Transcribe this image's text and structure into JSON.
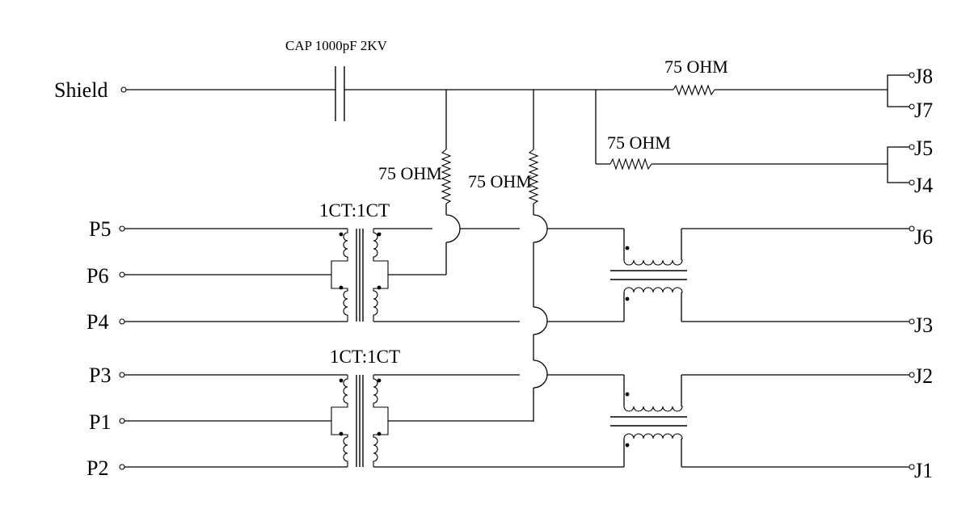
{
  "capacitor": {
    "label": "CAP 1000pF 2KV"
  },
  "resistors": [
    {
      "id": "r-top",
      "label": "75 OHM"
    },
    {
      "id": "r-mid",
      "label": "75 OHM"
    },
    {
      "id": "r-left",
      "label": "75 OHM"
    },
    {
      "id": "r-center",
      "label": "75 OHM"
    }
  ],
  "transformers": [
    {
      "id": "t-upper",
      "ratio": "1CT:1CT"
    },
    {
      "id": "t-lower",
      "ratio": "1CT:1CT"
    }
  ],
  "terminals_left": {
    "shield": "Shield",
    "p5": "P5",
    "p6": "P6",
    "p4": "P4",
    "p3": "P3",
    "p1": "P1",
    "p2": "P2"
  },
  "terminals_right": {
    "j8": "J8",
    "j7": "J7",
    "j5": "J5",
    "j4": "J4",
    "j6": "J6",
    "j3": "J3",
    "j2": "J2",
    "j1": "J1"
  }
}
